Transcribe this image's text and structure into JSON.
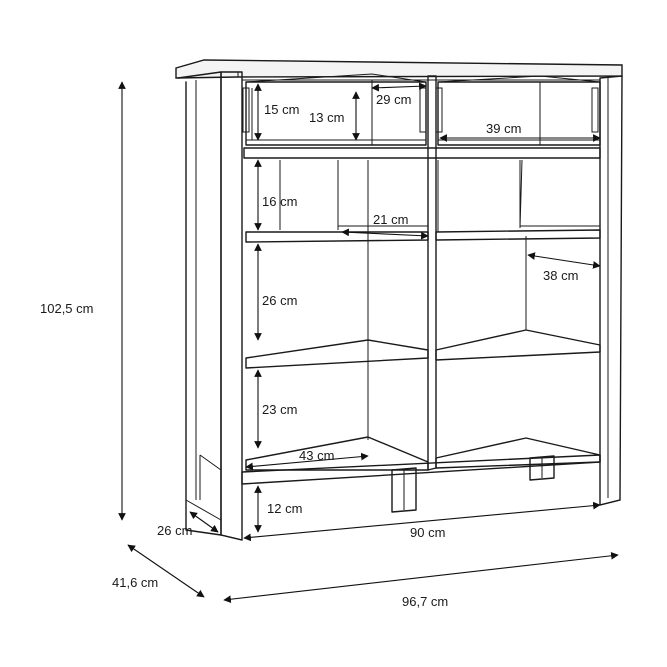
{
  "dimensions": {
    "height_total": "102,5 cm",
    "depth_total": "41,6 cm",
    "width_total": "96,7 cm",
    "depth_inner": "26 cm",
    "width_inner": "90 cm",
    "plinth_height": "12 cm",
    "drawer_outer_height": "15 cm",
    "drawer_inner_height": "13 cm",
    "drawer_depth": "29 cm",
    "drawer_width": "39 cm",
    "shelf_upper_height": "16 cm",
    "small_compartment_width": "21 cm",
    "shelf_depth": "38 cm",
    "shelf_middle_height": "26 cm",
    "shelf_lower_height": "23 cm",
    "lower_compartment_width": "43 cm"
  }
}
